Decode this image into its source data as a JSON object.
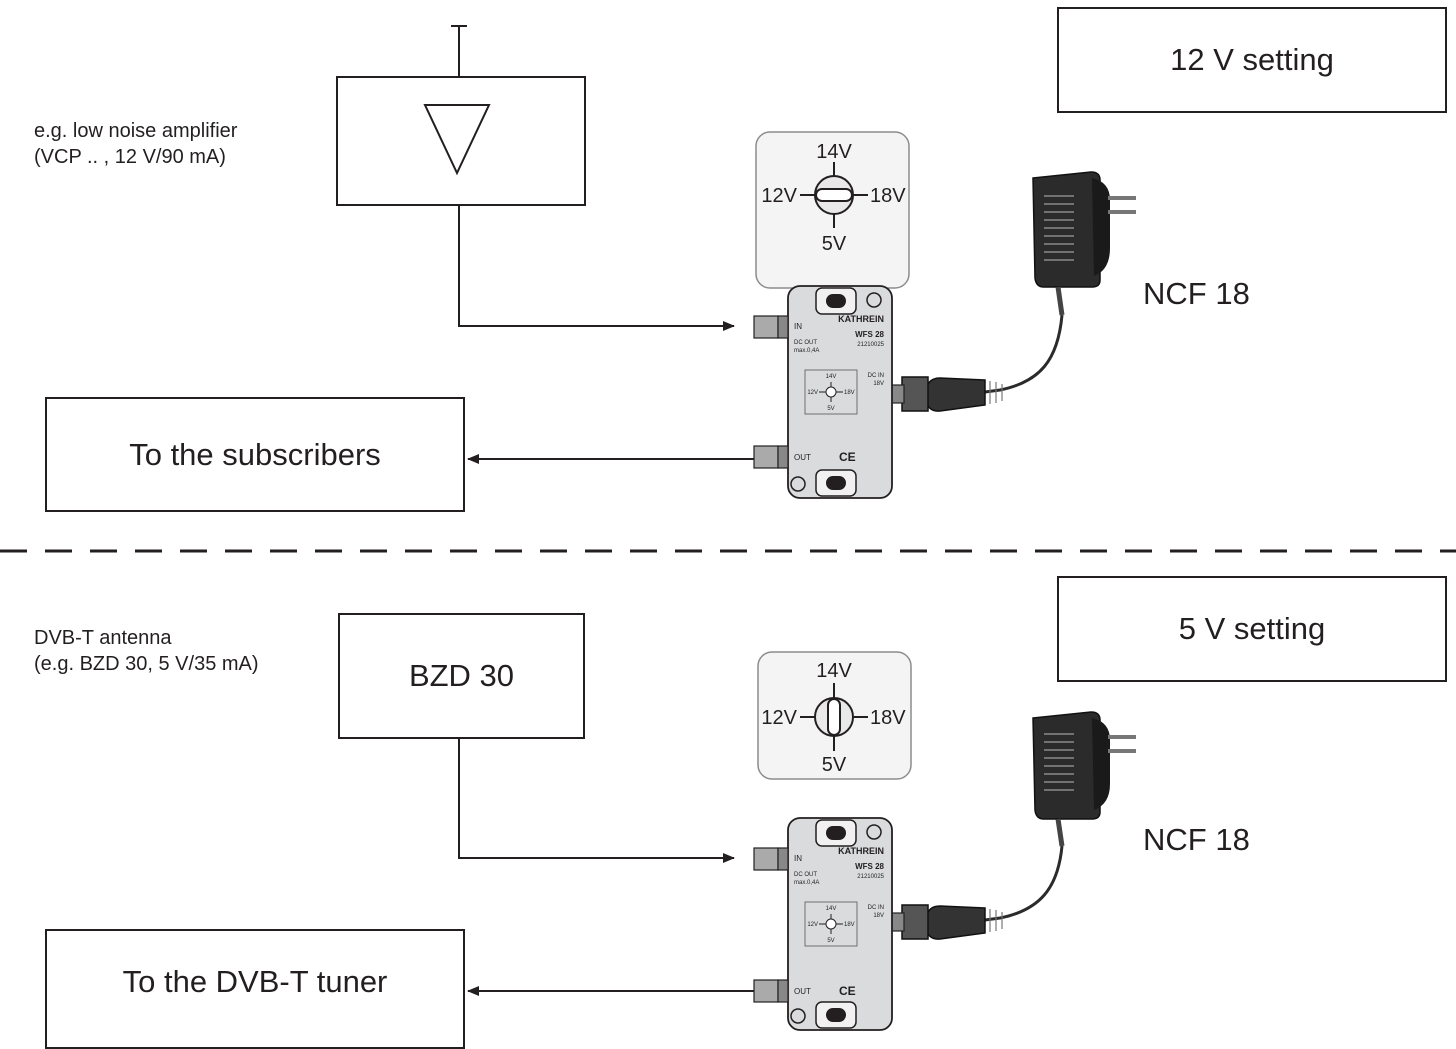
{
  "top": {
    "note_line1": "e.g. low noise amplifier",
    "note_line2": "(VCP .. , 12 V/90 mA)",
    "setting_label": "12 V setting",
    "output_label": "To the subscribers",
    "psu_label": "NCF 18",
    "dial": {
      "top": "14V",
      "left": "12V",
      "right": "18V",
      "bottom": "5V",
      "selected": "12V"
    }
  },
  "bottom": {
    "note_line1": "DVB-T antenna",
    "note_line2": "(e.g. BZD 30, 5 V/35 mA)",
    "antenna_label": "BZD 30",
    "setting_label": "5 V setting",
    "output_label": "To the DVB-T tuner",
    "psu_label": "NCF 18",
    "dial": {
      "top": "14V",
      "left": "12V",
      "right": "18V",
      "bottom": "5V",
      "selected": "5V"
    }
  },
  "device": {
    "brand": "KATHREIN",
    "model": "WFS 28",
    "part_number": "21210025",
    "in_label": "IN",
    "dc_out_label": "DC OUT",
    "dc_out_max": "max.0,4A",
    "dc_in_label": "DC IN",
    "dc_in_voltage": "18V",
    "out_label": "OUT",
    "ce_mark": "CE",
    "dial": {
      "top": "14V",
      "left": "12V",
      "right": "18V",
      "bottom": "5V"
    }
  },
  "colors": {
    "line": "#231f20",
    "device_body": "#d9dbdd",
    "device_edge": "#8a8c8e",
    "dial_bg": "#f4f4f4"
  }
}
